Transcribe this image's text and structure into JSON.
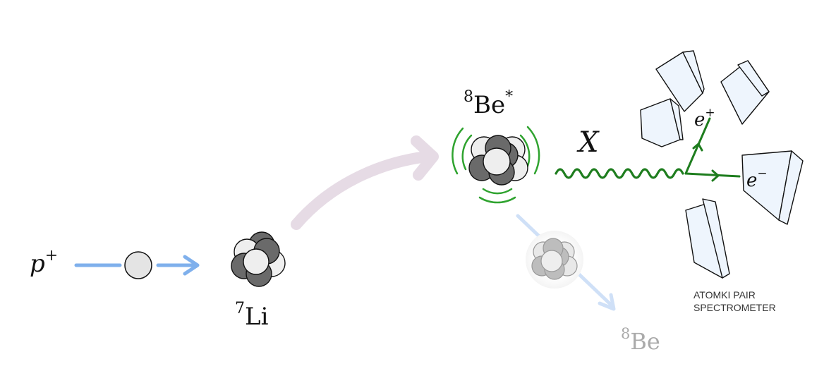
{
  "labels": {
    "proton": {
      "base": "p",
      "sup": "+"
    },
    "lithium": {
      "sup": "7",
      "base": "Li"
    },
    "beryllium_excited": {
      "sup": "8",
      "base": "Be",
      "post": "*"
    },
    "beryllium_ground": {
      "sup": "8",
      "base": "Be"
    },
    "boson": "X",
    "positron": {
      "base": "e",
      "sup": "+"
    },
    "electron": {
      "base": "e",
      "sup": "−"
    },
    "spectrometer_line1": "ATOMKI PAIR",
    "spectrometer_line2": "SPECTROMETER"
  },
  "colors": {
    "proton_beam": "#7fb0ec",
    "reaction_arrow": "#e6dbe5",
    "excitation_waves": "#2fa32f",
    "boson_and_pairs": "#1e7d1e",
    "decay_arrow": "#cfe0f7",
    "detector_fill": "#eef5fd",
    "ground_label": "#aaaaaa"
  }
}
